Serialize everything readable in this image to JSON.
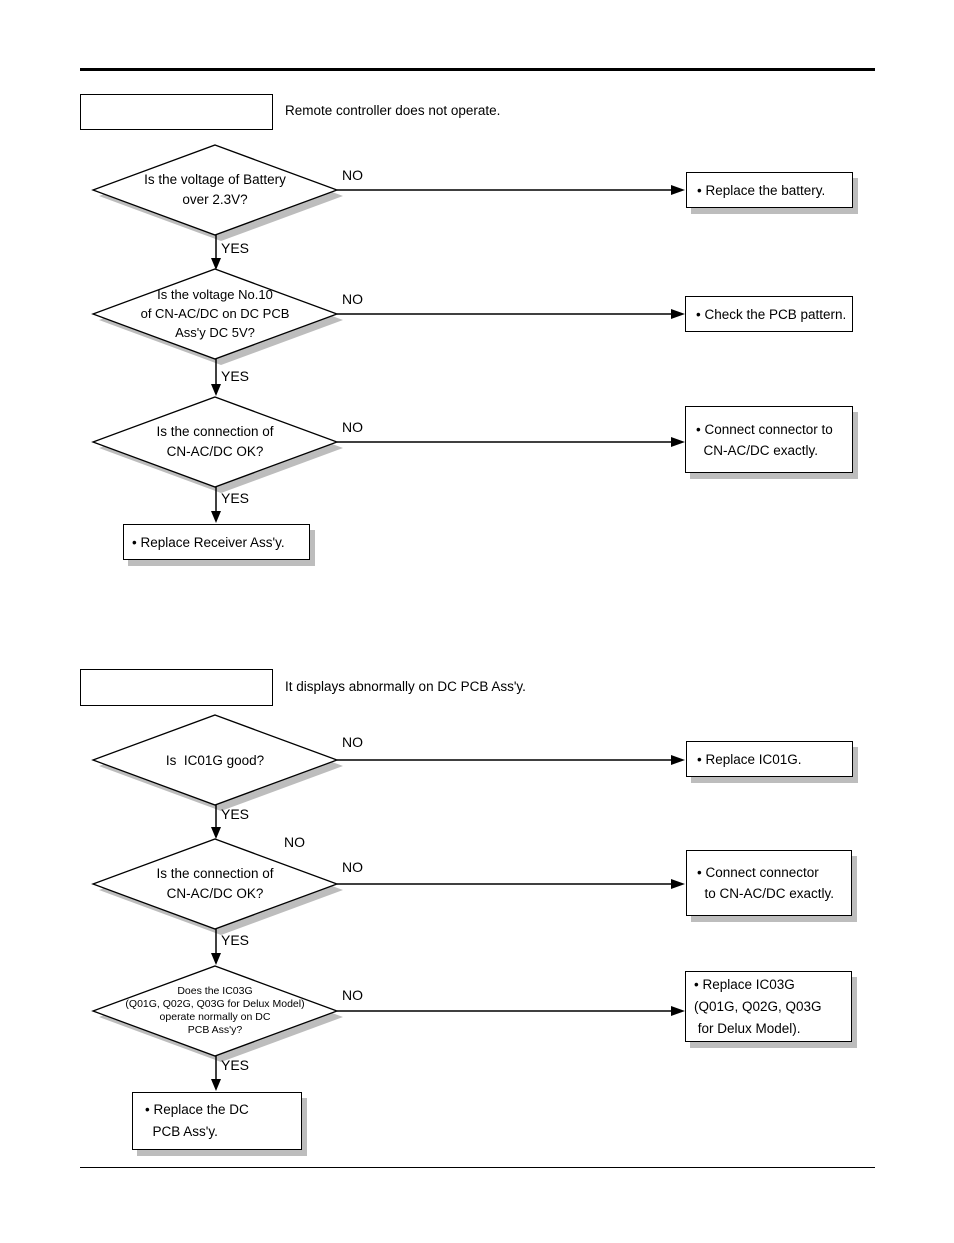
{
  "colors": {
    "ink": "#000000",
    "shadow": "#bdbdbd",
    "paper": "#ffffff"
  },
  "labels": {
    "yes": "YES",
    "no": "NO"
  },
  "sections": [
    {
      "topic_text": "Remote controller does not operate.",
      "questions": {
        "q1": "Is the voltage of Battery\nover 2.3V?",
        "q2": "Is the voltage No.10\nof CN-AC/DC on DC PCB\nAss'y DC 5V?",
        "q3": "Is the connection of\nCN-AC/DC OK?"
      },
      "results": {
        "r1": "• Replace the battery.",
        "r2": "• Check the PCB pattern.",
        "r3": "• Connect connector to\n  CN-AC/DC exactly.",
        "final": "• Replace Receiver Ass'y."
      }
    },
    {
      "topic_text": "It displays abnormally on DC PCB Ass'y.",
      "questions": {
        "q1": "Is  IC01G good?",
        "q2": "Is the connection of\nCN-AC/DC OK?",
        "q3": "Does the IC03G\n(Q01G, Q02G, Q03G for Delux Model)\noperate normally on DC\nPCB Ass'y?"
      },
      "results": {
        "r1": "• Replace IC01G.",
        "r2": "• Connect connector\n  to CN-AC/DC exactly.",
        "r3": "• Replace IC03G\n(Q01G, Q02G, Q03G\n for Delux Model).",
        "final": "• Replace the DC\n  PCB Ass'y."
      }
    }
  ]
}
